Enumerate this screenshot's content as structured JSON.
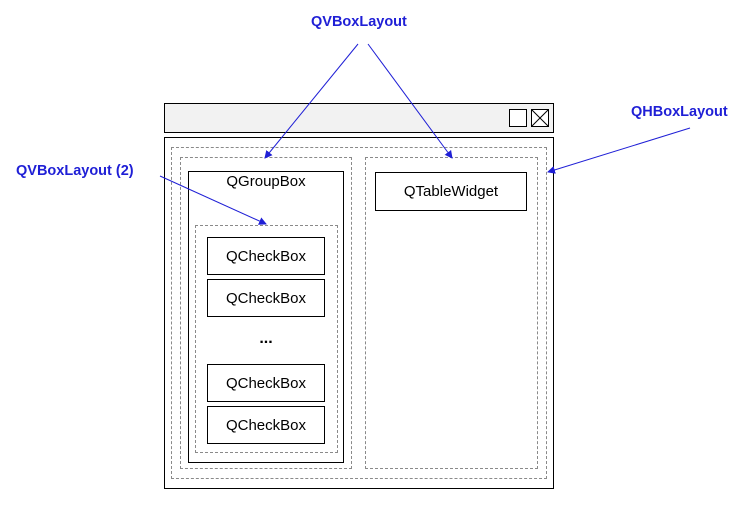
{
  "labels": {
    "top_vbox": "QVBoxLayout",
    "hbox": "QHBoxLayout",
    "inner_vbox": "QVBoxLayout (2)"
  },
  "widgets": {
    "groupbox": "QGroupBox",
    "table": "QTableWidget",
    "checkboxes": [
      "QCheckBox",
      "QCheckBox",
      "QCheckBox",
      "QCheckBox"
    ],
    "ellipsis": "..."
  },
  "colors": {
    "callout": "#1f1fd6",
    "titlebar": "#f2f2f2",
    "dashed": "#8a8a8a"
  }
}
